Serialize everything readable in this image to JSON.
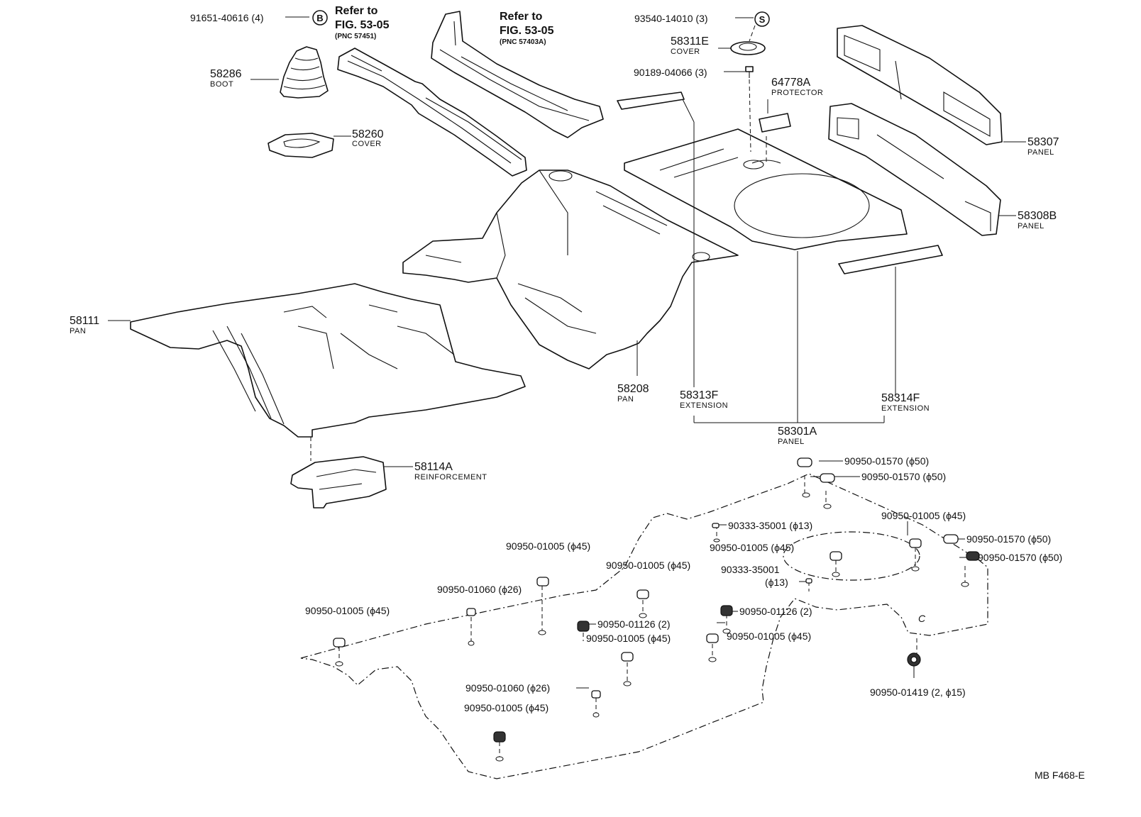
{
  "labels": {
    "boot_bolt": "91651-40616 (4)",
    "boot_bolt_symbol": "B",
    "boot": {
      "pn": "58286",
      "name": "BOOT"
    },
    "cover_58260": {
      "pn": "58260",
      "name": "COVER"
    },
    "ref1": {
      "line1": "Refer to",
      "line2": "FIG. 53-05",
      "pnc": "(PNC 57451)"
    },
    "ref2": {
      "line1": "Refer to",
      "line2": "FIG. 53-05",
      "pnc": "(PNC 57403A)"
    },
    "screw_s": "93540-14010 (3)",
    "screw_s_symbol": "S",
    "cover_58311e": {
      "pn": "58311E",
      "name": "COVER"
    },
    "screw_90189": "90189-04066 (3)",
    "protector": {
      "pn": "64778A",
      "name": "PROTECTOR"
    },
    "panel_58307": {
      "pn": "58307",
      "name": "PANEL"
    },
    "panel_58308b": {
      "pn": "58308B",
      "name": "PANEL"
    },
    "pan_58111": {
      "pn": "58111",
      "name": "PAN"
    },
    "pan_58208": {
      "pn": "58208",
      "name": "PAN"
    },
    "ext_58313f": {
      "pn": "58313F",
      "name": "EXTENSION"
    },
    "ext_58314f": {
      "pn": "58314F",
      "name": "EXTENSION"
    },
    "panel_58301a": {
      "pn": "58301A",
      "name": "PANEL"
    },
    "reinf_58114a": {
      "pn": "58114A",
      "name": "REINFORCEMENT"
    },
    "p1": "90950-01570 (ϕ50)",
    "p2": "90950-01570 (ϕ50)",
    "p3": "90950-01005 (ϕ45)",
    "p4": "90950-01570 (ϕ50)",
    "p5": "90950-01570 (ϕ50)",
    "p6": "90333-35001 (ϕ13)",
    "p7": "90950-01005 (ϕ45)",
    "p8": "90950-01005 (ϕ45)",
    "p9": "90950-01005 (ϕ45)",
    "p10_a": "90333-35001",
    "p10_b": "(ϕ13)",
    "p11": "90950-01060 (ϕ26)",
    "p12": "90950-01005 (ϕ45)",
    "p13": "90950-01126 (2)",
    "p14": "90950-01126 (2)",
    "p15": "90950-01005 (ϕ45)",
    "p16": "90950-01005 (ϕ45)",
    "p17": "90950-01060 (ϕ26)",
    "p18": "90950-01005 (ϕ45)",
    "p19": "90950-01419 (2, ϕ15)",
    "p20": "C",
    "figure_code": "MB  F468-E"
  }
}
